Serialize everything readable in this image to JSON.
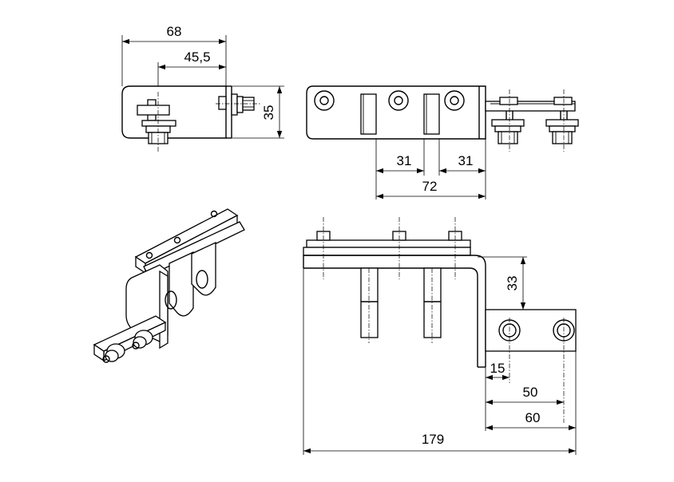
{
  "dimensions": {
    "top_left_width": "68",
    "top_left_offset": "45,5",
    "top_left_height": "35",
    "top_right_gap_1": "31",
    "top_right_gap_2": "31",
    "top_right_span": "72",
    "front_height": "33",
    "front_offset_15": "15",
    "front_offset_50": "50",
    "front_offset_60": "60",
    "front_total": "179"
  }
}
